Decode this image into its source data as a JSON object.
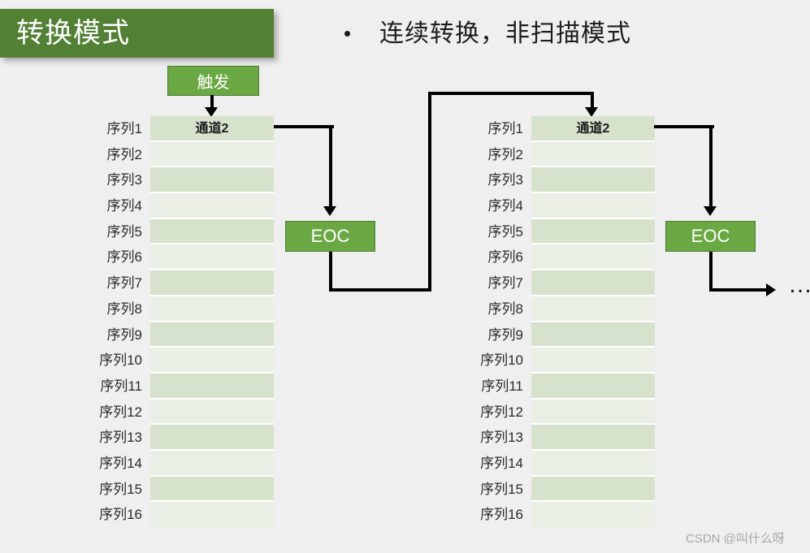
{
  "slide": {
    "background_color": "#efefef",
    "title": "转换模式",
    "title_bar_color": "#528035",
    "accent_color": "#6aa844",
    "band_dark_color": "#d7e2cd",
    "band_light_color": "#eaefe6"
  },
  "bullet": {
    "marker": "•",
    "text": "连续转换，非扫描模式"
  },
  "trigger": {
    "label": "触发"
  },
  "groups": [
    {
      "id": "group-1",
      "labels": [
        "序列1",
        "序列2",
        "序列3",
        "序列4",
        "序列5",
        "序列6",
        "序列7",
        "序列8",
        "序列9",
        "序列10",
        "序列11",
        "序列12",
        "序列13",
        "序列14",
        "序列15",
        "序列16"
      ],
      "cells": [
        "通道2",
        "",
        "",
        "",
        "",
        "",
        "",
        "",
        "",
        "",
        "",
        "",
        "",
        "",
        "",
        ""
      ],
      "eoc_label": "EOC"
    },
    {
      "id": "group-2",
      "labels": [
        "序列1",
        "序列2",
        "序列3",
        "序列4",
        "序列5",
        "序列6",
        "序列7",
        "序列8",
        "序列9",
        "序列10",
        "序列11",
        "序列12",
        "序列13",
        "序列14",
        "序列15",
        "序列16"
      ],
      "cells": [
        "通道2",
        "",
        "",
        "",
        "",
        "",
        "",
        "",
        "",
        "",
        "",
        "",
        "",
        "",
        "",
        ""
      ],
      "eoc_label": "EOC"
    }
  ],
  "continuation": {
    "ellipsis": "…"
  },
  "watermark": {
    "text": "CSDN @叫什么呀"
  }
}
